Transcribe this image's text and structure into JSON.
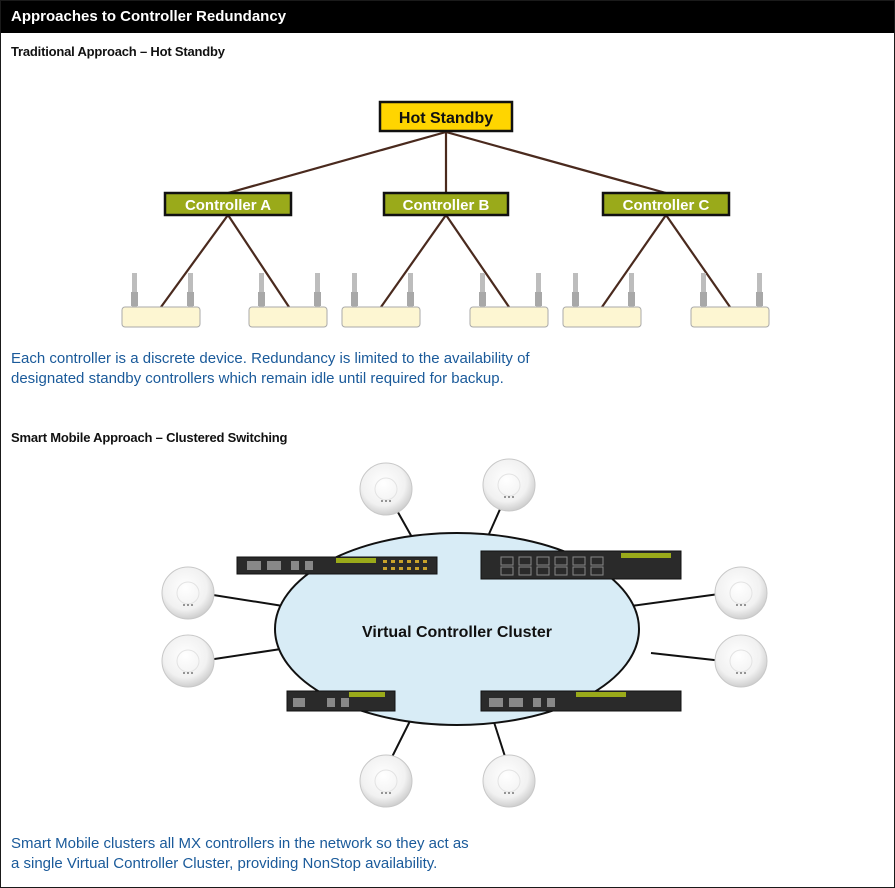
{
  "header": {
    "title": "Approaches to Controller Redundancy"
  },
  "traditional": {
    "heading": "Traditional Approach – Hot Standby",
    "standby_label": "Hot Standby",
    "controllers": [
      "Controller A",
      "Controller B",
      "Controller C"
    ],
    "caption_lines": [
      "Each controller is a discrete device. Redundancy is limited to the availability of",
      "designated standby controllers which remain idle until required for backup."
    ]
  },
  "smart_mobile": {
    "heading": "Smart Mobile Approach – Clustered Switching",
    "cluster_label": "Virtual Controller Cluster",
    "caption_lines": [
      "Smart Mobile clusters all MX controllers in the network so they act as",
      "a single Virtual Controller Cluster, providing NonStop availability."
    ]
  },
  "colors": {
    "standby_fill": "#ffd500",
    "controller_fill": "#9aaa1a",
    "ap_fill": "#fdf6d2",
    "line": "#4a2a1e",
    "cluster_fill": "#d8ecf6",
    "caption_text": "#1a5a9a"
  }
}
